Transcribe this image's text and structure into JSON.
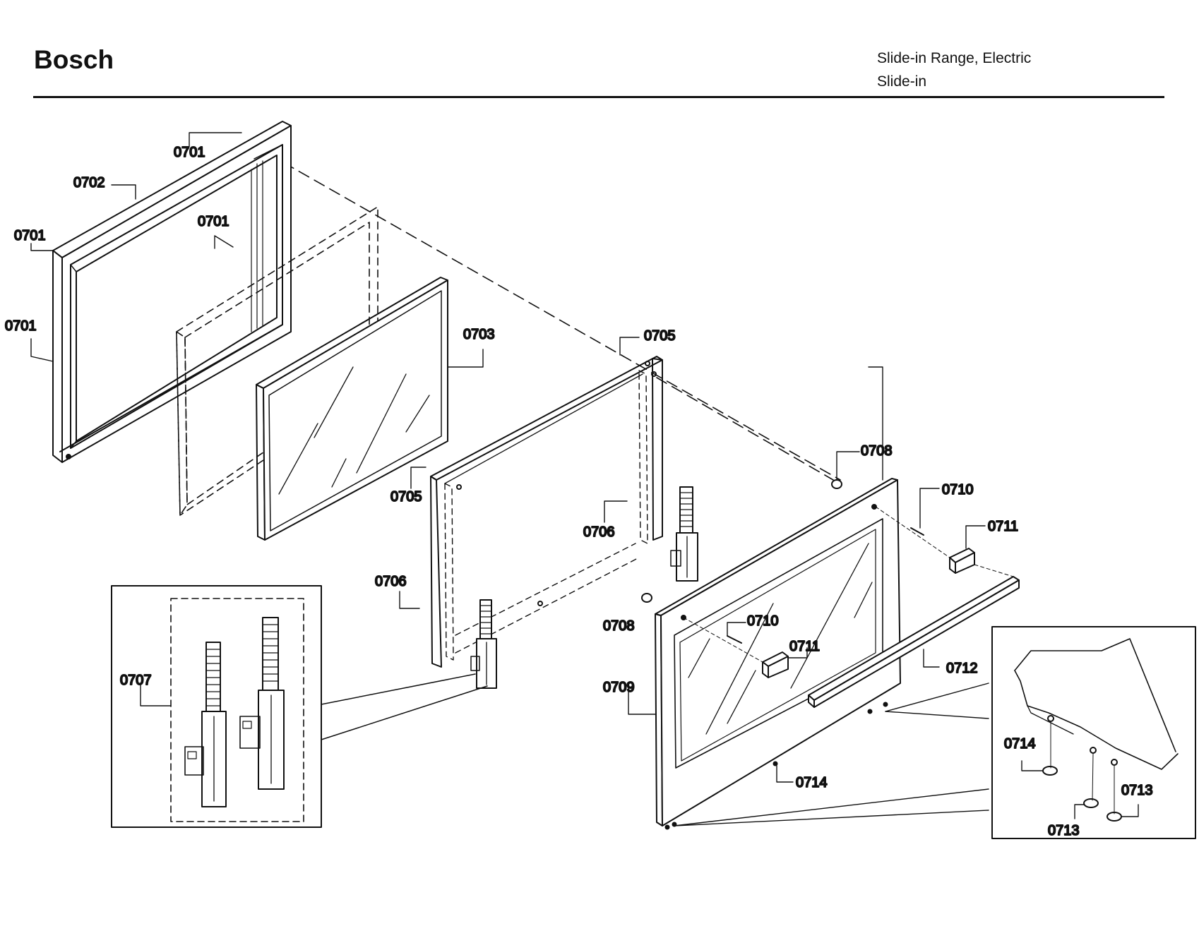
{
  "header": {
    "brand": "Bosch",
    "product_type": "Slide-in Range, Electric",
    "product_style": "Slide-in"
  },
  "labels": [
    {
      "id": "outer-frame-top",
      "text": "0701"
    },
    {
      "id": "door-frame",
      "text": "0702"
    },
    {
      "id": "inner-frame-side",
      "text": "0701"
    },
    {
      "id": "outer-frame-left-top",
      "text": "0701"
    },
    {
      "id": "outer-frame-left-bottom",
      "text": "0701"
    },
    {
      "id": "inner-glass",
      "text": "0703"
    },
    {
      "id": "bracket-top",
      "text": "0705"
    },
    {
      "id": "bracket-left",
      "text": "0705"
    },
    {
      "id": "hinge-right",
      "text": "0706"
    },
    {
      "id": "hinge-left",
      "text": "0706"
    },
    {
      "id": "hinge-kit",
      "text": "0707"
    },
    {
      "id": "spacer-top",
      "text": "0708"
    },
    {
      "id": "spacer-left",
      "text": "0708"
    },
    {
      "id": "outer-door",
      "text": "0709"
    },
    {
      "id": "clip-top",
      "text": "0710"
    },
    {
      "id": "clip-center",
      "text": "0710"
    },
    {
      "id": "handle-mount-top",
      "text": "0711"
    },
    {
      "id": "handle-mount-center",
      "text": "0711"
    },
    {
      "id": "handle",
      "text": "0712"
    },
    {
      "id": "screw-bottom",
      "text": "0714"
    },
    {
      "id": "detail-screw",
      "text": "0714"
    },
    {
      "id": "detail-washer-left",
      "text": "0713"
    },
    {
      "id": "detail-washer-right",
      "text": "0713"
    }
  ]
}
